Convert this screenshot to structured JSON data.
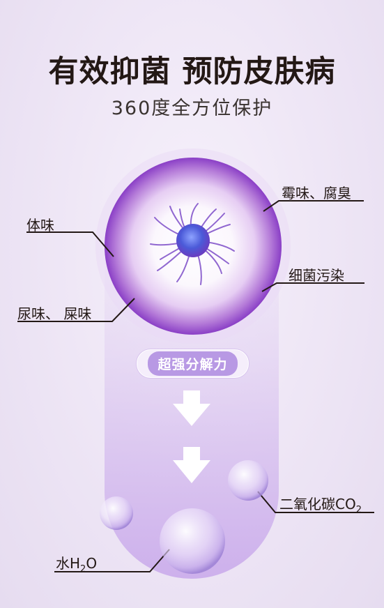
{
  "header": {
    "title": "有效抑菌 预防皮肤病",
    "subtitle": "360度全方位保护"
  },
  "labels": {
    "odor_body": "体味",
    "odor_urine": "尿味、 屎味",
    "odor_mold": "霉味、腐臭",
    "bacteria_pollution": "细菌污染"
  },
  "process": {
    "decompose_label": "超强分解力"
  },
  "products": {
    "water_prefix": "水H",
    "water_sub": "2",
    "water_suffix": "O",
    "co2_prefix": "二氧化碳CO",
    "co2_sub": "2"
  },
  "colors": {
    "accent_purple": "#8a3fc6",
    "pill_purple": "#b899e4",
    "core_blue": "#4b5ad8",
    "text_dark": "#231815"
  }
}
